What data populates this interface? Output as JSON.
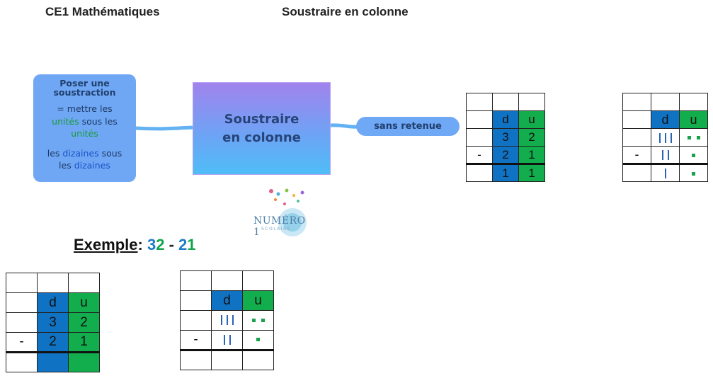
{
  "header": {
    "left_title": "CE1 Mathématiques",
    "center_title": "Soustraire en colonne"
  },
  "mindmap": {
    "left_node": {
      "title_line1": "Poser une",
      "title_line2": "soustraction",
      "line1": "= mettre les",
      "line2_a": "unités",
      "line2_b": " sous les",
      "line3": "unités",
      "line4_a": "les ",
      "line4_b": "dizaines",
      "line4_c": " sous",
      "line5_a": "les ",
      "line5_b": "dizaines"
    },
    "center_node": {
      "line1": "Soustraire",
      "line2": "en colonne"
    },
    "right_node": "sans retenue"
  },
  "logo": {
    "text": "NUMÉRO 1",
    "sub": "SCOLAIRE"
  },
  "example": {
    "label": "Exemple",
    "colon": ":",
    "a1": "3",
    "a2": "2",
    "minus": " - ",
    "b1": "2",
    "b2": "1"
  },
  "table_numeric_done": {
    "header_d": "d",
    "header_u": "u",
    "row1": [
      "",
      "3",
      "2"
    ],
    "row2": [
      "-",
      "2",
      "1"
    ],
    "row3": [
      "",
      "1",
      "1"
    ]
  },
  "table_visual_done": {
    "header_d": "d",
    "header_u": "u",
    "row2_label": "-",
    "dizaines": [
      3,
      2,
      1
    ],
    "unites": [
      2,
      1,
      1
    ]
  },
  "table_numeric_ex": {
    "header_d": "d",
    "header_u": "u",
    "row1": [
      "",
      "3",
      "2"
    ],
    "row2": [
      "-",
      "2",
      "1"
    ]
  },
  "table_visual_ex": {
    "header_d": "d",
    "header_u": "u",
    "row2_label": "-",
    "dizaines": [
      3,
      2
    ],
    "unites": [
      2,
      1
    ]
  },
  "colors": {
    "dizaines": "#1072c2",
    "unites": "#12ad4c"
  }
}
